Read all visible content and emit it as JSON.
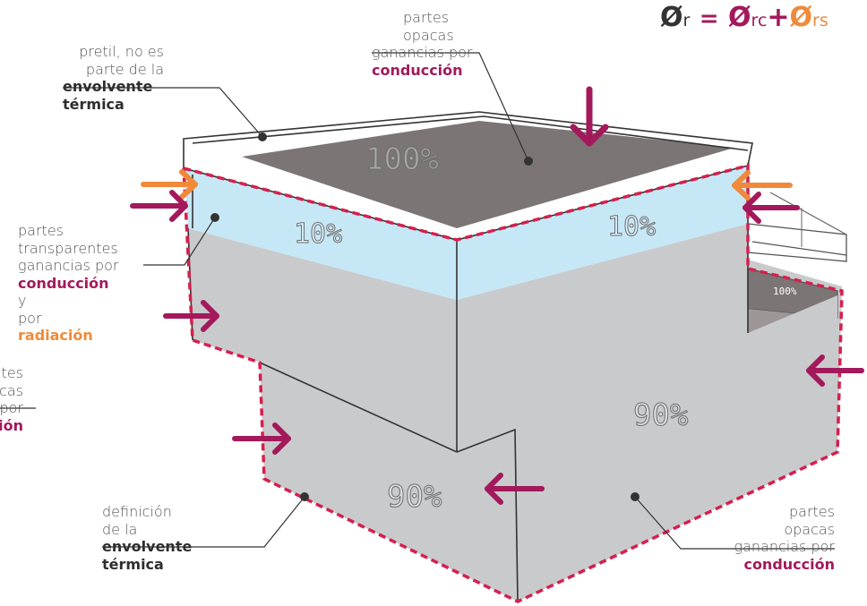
{
  "formula": {
    "lhs": "Ø",
    "lhs_sub": "r",
    "eq": "=",
    "t1": "Ø",
    "t1_sub": "rc",
    "plus": "+",
    "t2": "Ø",
    "t2_sub": "rs",
    "colors": {
      "text": "#333333",
      "rc": "#a3195b",
      "rs": "#f08a3a"
    }
  },
  "labels": {
    "parapet": {
      "l1": "pretil, no es",
      "l2": "parte de la",
      "l3": "envolvente",
      "l4": "térmica"
    },
    "top_opaque": {
      "l1": "partes",
      "l2": "opacas",
      "l3": "ganancias por",
      "l4": "conducción"
    },
    "transparent": {
      "l1": "partes",
      "l2": "transparentes",
      "l3": "ganancias por",
      "l4a": "conducción",
      "l4b": " y",
      "l5a": "por ",
      "l5b": "radiación"
    },
    "left_cut": {
      "l1": "tes",
      "l2": "cas",
      "l3": "por",
      "l4": "ión"
    },
    "envelope": {
      "l1": "definición",
      "l2": "de la",
      "l3": "envolvente",
      "l4": "térmica"
    },
    "bottom_opaque": {
      "l1": "partes",
      "l2": "opacas",
      "l3": "ganancias por",
      "l4": "conducción"
    }
  },
  "percentages": {
    "roof": "100%",
    "glass_left": "10%",
    "glass_right": "10%",
    "wall_right": "90%",
    "wall_front": "90%",
    "small_roof": "100%"
  },
  "colors": {
    "magenta": "#a3195b",
    "orange": "#f08a3a",
    "glass": "#c6e7f6",
    "wall": "#c9cacc",
    "roof": "#7b7576",
    "envelope_line": "#d61f4d"
  }
}
